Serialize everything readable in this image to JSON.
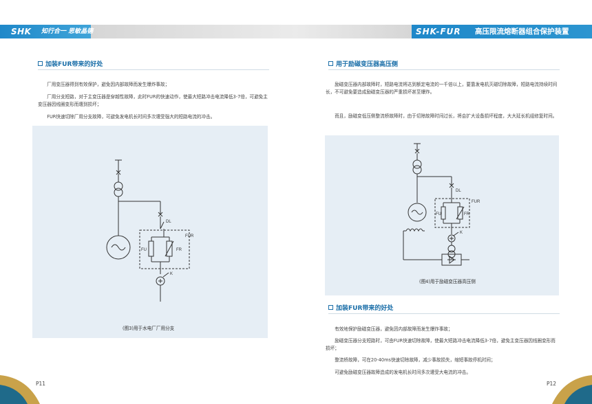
{
  "header": {
    "left_logo": "SHK",
    "left_slogan": "知行合一 思敏晶德",
    "right_brand": "SHK-FUR",
    "right_title": "高压限流熔断器组合保护装置"
  },
  "left_page": {
    "section_title": "加装FUR带来的好处",
    "paragraphs": [
      "厂用变压器得到有效保护，避免因内部故障而发生爆炸事故；",
      "厂用分支短路，对于主变压器是穿越性故障，此时FUR的快速动作，使最大短路冲击电流降低3-7倍，可避免主变压器因线圈变形而遭到损坏；",
      "FUR快速切除厂用分支故障，可避免发电机长时间多次遭受强大的短路电流的冲击。"
    ],
    "figure": {
      "labels": {
        "dl": "DL",
        "fur": "FUR",
        "fu": "FU",
        "fr": "FR",
        "k": "K"
      },
      "caption": "(图3)用于水电厂厂用分支"
    },
    "page_number": "P11"
  },
  "right_page": {
    "section1_title": "用于励磁变压器高压侧",
    "section1_paragraphs": [
      "励磁变压器内部故障时，短路电流将达到额定电流的一千倍以上，要靠发电机灭磁切除故障，短路电流持续时间长，不可避免要造成励磁变压器的严重损坏甚至爆炸。",
      "而且，励磁变低压侧整流桥故障时，由于切除故障时间过长，将会扩大设备损坏程度，大大延长机组修复时间。"
    ],
    "figure": {
      "labels": {
        "dl": "DL",
        "fur": "FUR",
        "fu": "FU",
        "fr": "FR",
        "k": "K"
      },
      "caption": "(图4)用于励磁变压器高压侧"
    },
    "section2_title": "加装FUR带来的好处",
    "section2_paragraphs": [
      "有效地保护励磁变压器，避免因内部故障而发生爆炸事故；",
      "励磁变压器分支短路时，可由FUR快速切除故障，使最大短路冲击电流降低3-7倍，避免主变压器因线圈变形而损坏；",
      "整流桥故障，可在20-40ms快速切除故障，减少事故损失，缩短事故停机时间；",
      "可避免励磁变压器故障造成的发电机长时间多次遭受大电流的冲击。"
    ],
    "page_number": "P12"
  },
  "colors": {
    "accent_blue": "#1f88c9",
    "heading_blue": "#1a6ea8",
    "figure_bg": "#e6eef5",
    "corner_gold": "#c9a24a",
    "corner_teal": "#1f6a8a"
  }
}
